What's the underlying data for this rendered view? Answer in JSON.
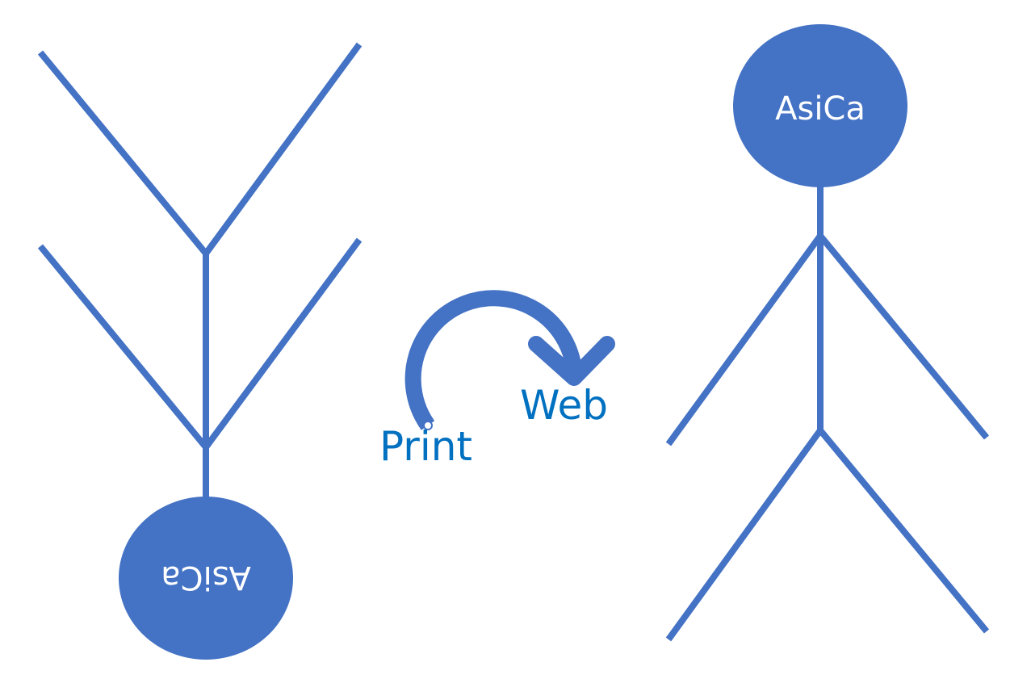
{
  "diagram": {
    "left_figure": {
      "label": "AsiCa",
      "orientation": "upside-down"
    },
    "right_figure": {
      "label": "AsiCa",
      "orientation": "upright"
    },
    "arrow": {
      "from_label": "Print",
      "to_label": "Web"
    },
    "colors": {
      "shape": "#4472C4",
      "text": "#0070C0",
      "head_text": "#FFFFFF"
    }
  }
}
